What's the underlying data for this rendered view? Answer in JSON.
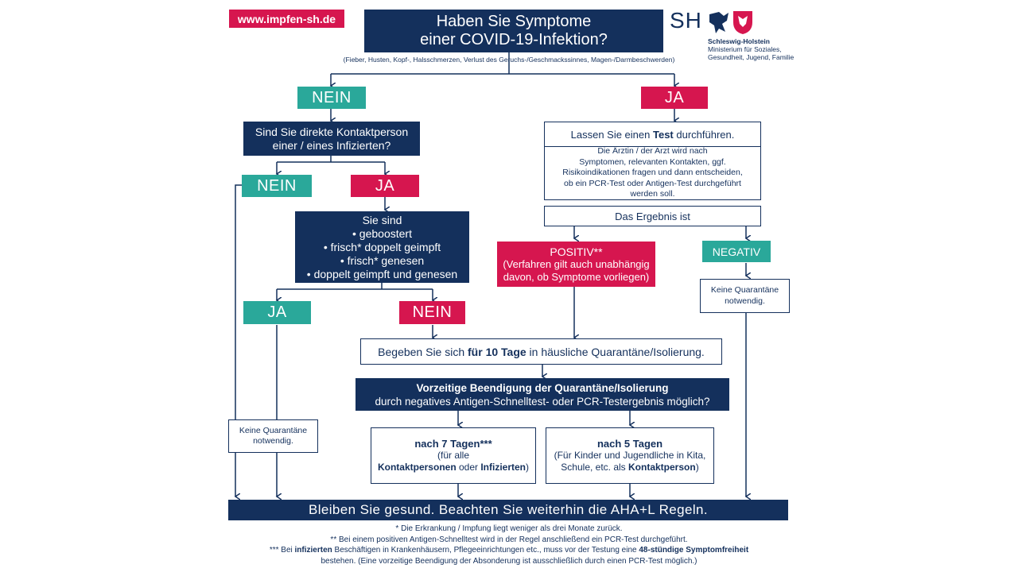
{
  "header": {
    "url_badge": "www.impfen-sh.de",
    "title_line1": "Haben Sie Symptome",
    "title_line2": "einer COVID-19-Infektion?",
    "subtitle": "(Fieber, Husten, Kopf-, Halsschmerzen, Verlust des Geruchs-/Geschmackssinnes, Magen-/Darmbeschwerden)"
  },
  "logo": {
    "mark": "SH",
    "name": "Schleswig-Holstein",
    "line1": "Ministerium für Soziales,",
    "line2": "Gesundheit, Jugend, Familie"
  },
  "left": {
    "nein1": "NEIN",
    "contact_q_line1": "Sind Sie direkte Kontaktperson",
    "contact_q_line2": "einer / eines Infizierten?",
    "nein2": "NEIN",
    "ja2": "JA",
    "status_title": "Sie sind",
    "status_items": [
      "• geboostert",
      "• frisch* doppelt geimpft",
      "• frisch* genesen",
      "• doppelt geimpft und genesen"
    ],
    "ja3": "JA",
    "nein3": "NEIN",
    "no_q_left_1": "Keine Quarantäne",
    "no_q_left_2": "notwendig."
  },
  "right": {
    "ja1": "JA",
    "test_pre": "Lassen Sie einen ",
    "test_bold": "Test",
    "test_post": " durchführen.",
    "doctor_l1": "Die Ärztin / der Arzt wird nach",
    "doctor_l2": "Symptomen, relevanten Kontakten, ggf.",
    "doctor_l3": "Risikoindikationen fragen und dann entscheiden,",
    "doctor_l4": "ob ein PCR-Test oder Antigen-Test durchgeführt",
    "doctor_l5": "werden soll.",
    "result": "Das Ergebnis ist",
    "positiv": "POSITIV**",
    "positiv_note1": "(Verfahren gilt auch unabhängig",
    "positiv_note2": "davon, ob Symptome vorliegen)",
    "negativ": "NEGATIV",
    "no_q_right_1": "Keine Quarantäne",
    "no_q_right_2": "notwendig."
  },
  "quarantine": {
    "pre": "Begeben Sie sich ",
    "bold": "für 10 Tage",
    "post": " in häusliche Quarantäne/Isolierung."
  },
  "early_end": {
    "line1": "Vorzeitige Beendigung der Quarantäne/Isolierung",
    "line2": "durch negatives Antigen-Schnelltest- oder PCR-Testergebnis möglich?"
  },
  "seven_days": {
    "title": "nach 7 Tagen***",
    "l1": "(für alle",
    "l2_b1": "Kontaktpersonen",
    "l2_mid": " oder ",
    "l2_b2": "Infizierten",
    "l2_end": ")"
  },
  "five_days": {
    "title": "nach 5 Tagen",
    "l1": "(Für Kinder und Jugendliche in Kita,",
    "l2_pre": "Schule, etc. als ",
    "l2_bold": "Kontaktperson",
    "l2_end": ")"
  },
  "bottom_banner": "Bleiben Sie gesund. Beachten Sie weiterhin die AHA+L Regeln.",
  "footnotes": {
    "f1": "* Die Erkrankung / Impfung liegt weniger als drei Monate zurück.",
    "f2": "** Bei einem positiven Antigen-Schnelltest wird in der Regel anschließend ein PCR-Test durchgeführt.",
    "f3_a": "*** Bei ",
    "f3_b": "infizierten",
    "f3_c": " Beschäftigen in Krankenhäusern, Pflegeeinrichtungen etc., muss vor der Testung eine ",
    "f3_d": "48-stündige Symptomfreiheit",
    "f4": "bestehen. (Eine vorzeitige Beendigung der Absonderung ist ausschließlich durch einen PCR-Test möglich.)"
  },
  "colors": {
    "navy": "#14305c",
    "teal": "#2aa89a",
    "red": "#d6164f"
  }
}
